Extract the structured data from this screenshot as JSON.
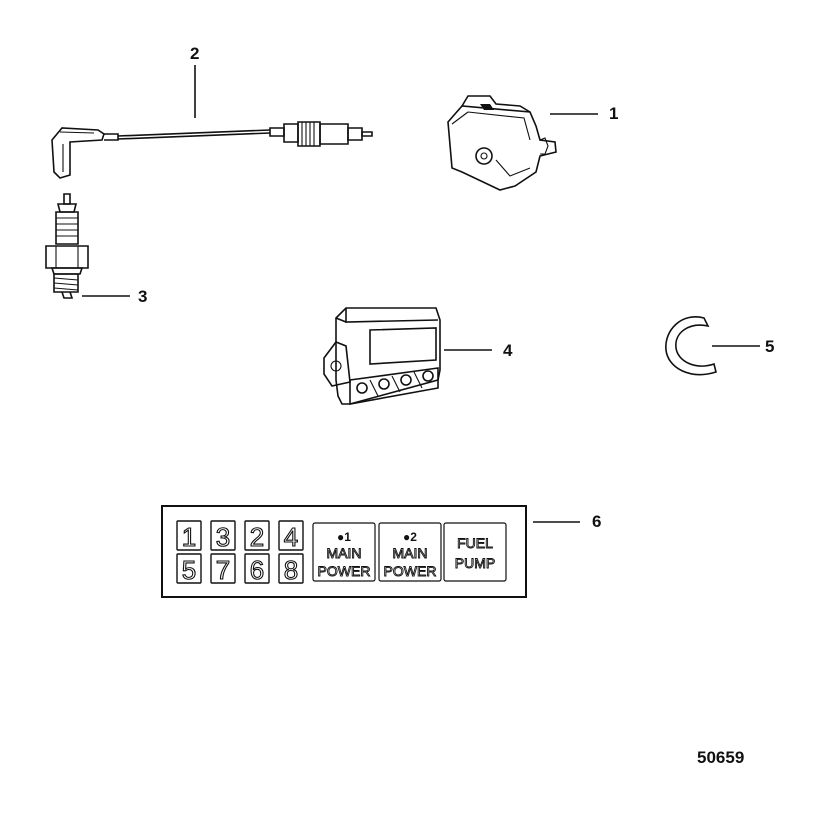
{
  "callouts": {
    "c1": "1",
    "c2": "2",
    "c3": "3",
    "c4": "4",
    "c5": "5",
    "c6": "6"
  },
  "figure_number": "50659",
  "decal": {
    "numbers": [
      "1",
      "3",
      "2",
      "4",
      "5",
      "7",
      "6",
      "8"
    ],
    "main_power_1": {
      "num": "●1",
      "line1": "MAIN",
      "line2": "POWER"
    },
    "main_power_2": {
      "num": "●2",
      "line1": "MAIN",
      "line2": "POWER"
    },
    "fuel_pump": {
      "line1": "FUEL",
      "line2": "PUMP"
    }
  }
}
